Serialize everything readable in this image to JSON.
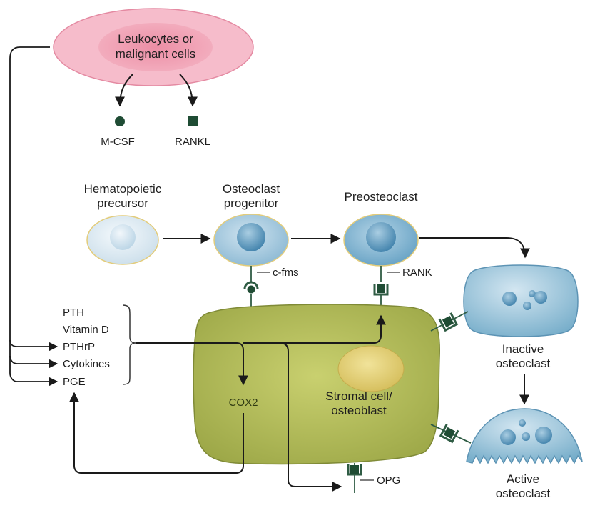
{
  "source": {
    "line1": "Leukocytes or",
    "line2": "malignant cells",
    "products": {
      "mcsf": "M-CSF",
      "rankl": "RANKL"
    }
  },
  "lineage": {
    "hematopoietic": {
      "line1": "Hematopoietic",
      "line2": "precursor"
    },
    "progenitor": {
      "line1": "Osteoclast",
      "line2": "progenitor"
    },
    "preosteoclast": {
      "line1": "Preosteoclast"
    },
    "inactive": {
      "line1": "Inactive",
      "line2": "osteoclast"
    },
    "active": {
      "line1": "Active",
      "line2": "osteoclast"
    }
  },
  "receptors": {
    "cfms": "c-fms",
    "rank": "RANK",
    "opg": "OPG"
  },
  "factors": [
    "PTH",
    "Vitamin D",
    "PTHrP",
    "Cytokines",
    "PGE"
  ],
  "stromal": {
    "line1": "Stromal cell/",
    "line2": "osteoblast",
    "enzyme": "COX2"
  },
  "colors": {
    "source_outer": "#f2a7b8",
    "source_inner": "#ec8ea5",
    "cell_light": "#dde9f1",
    "cell_blue": "#a7cadf",
    "nucleus": "#5d9bc1",
    "stromal_body": "#b7bf5d",
    "stromal_nucleus": "#e3cf72",
    "ligand": "#1f4c34",
    "arrow": "#1a1a1a"
  }
}
